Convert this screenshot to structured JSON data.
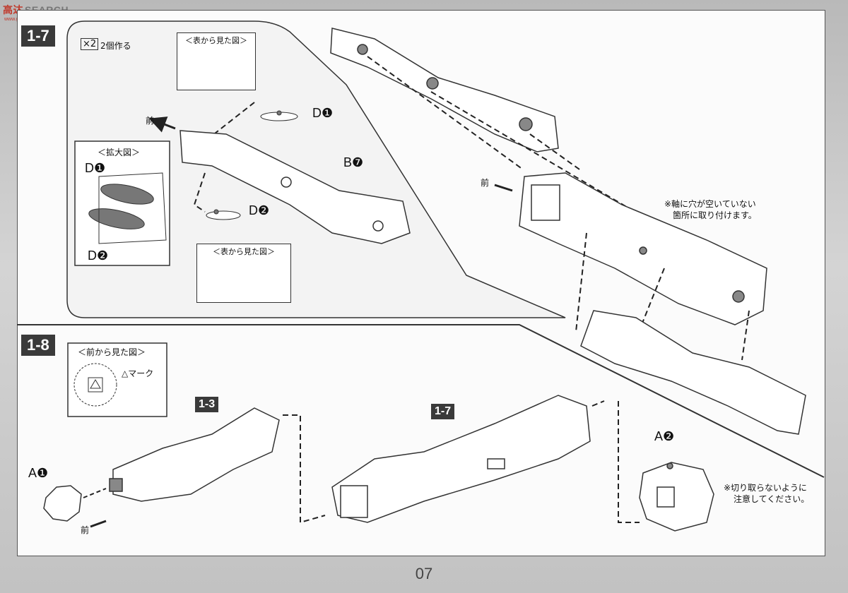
{
  "watermark": {
    "brand_cn": "高达",
    "brand_en": "SEARCH",
    "url": "www.gundamsearch.com"
  },
  "step_a": {
    "number": "1-7",
    "quantity_badge": "×2",
    "quantity_text": "2個作る",
    "front_view_top": "＜表から見た図＞",
    "front_view_bottom": "＜表から見た図＞",
    "zoom_title": "＜拡大図＞",
    "zoom_part_1": "D❶",
    "zoom_part_2": "D❷",
    "front_label_1": "前",
    "front_label_2": "前",
    "part_d1": "D❶",
    "part_d2": "D❷",
    "part_b7": "B❼",
    "note_shaft": "※軸に穴が空いていない",
    "note_shaft_2": "箇所に取り付けます。"
  },
  "step_b": {
    "number": "1-8",
    "front_view": "＜前から見た図＞",
    "triangle_mark": "△マーク",
    "ref_13": "1-3",
    "ref_17": "1-7",
    "part_a1": "A❶",
    "part_a2": "A❷",
    "front_label": "前",
    "note_cut": "※切り取らないように",
    "note_cut_2": "注意してください。"
  },
  "page_number": "07"
}
